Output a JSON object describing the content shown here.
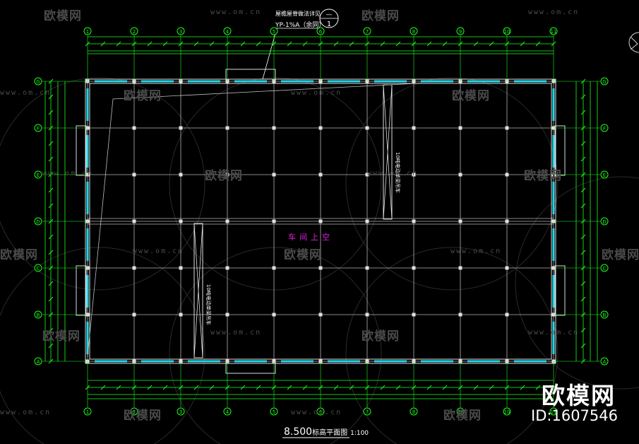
{
  "watermark": {
    "brand": "欧模网",
    "url": "www.om.cn",
    "big_brand": "欧模网",
    "id_text": "ID:1607546"
  },
  "drawing": {
    "title_elevation": "8.500",
    "title_name": "标高平面图",
    "scale": "1:100",
    "room_label": "车间上空",
    "note_line1": "屋檐屋脊做法详见",
    "note_line2": "YP-1%A（余同）",
    "detail_top": "—",
    "detail_bottom": "1",
    "crane_label": "10吨电动单梁吊车",
    "column_axes": [
      "1",
      "2",
      "3",
      "4",
      "5",
      "6",
      "7",
      "8",
      "9",
      "10",
      "11"
    ],
    "row_axes": [
      "G",
      "F",
      "E",
      "D",
      "C",
      "B",
      "A"
    ]
  },
  "colors": {
    "background": "#000000",
    "grid": "#b4b4b4",
    "axis_green": "#19ff19",
    "wall_cyan": "#22d8e8",
    "label_magenta": "#e020e0",
    "watermark": "#4a4a4a"
  }
}
